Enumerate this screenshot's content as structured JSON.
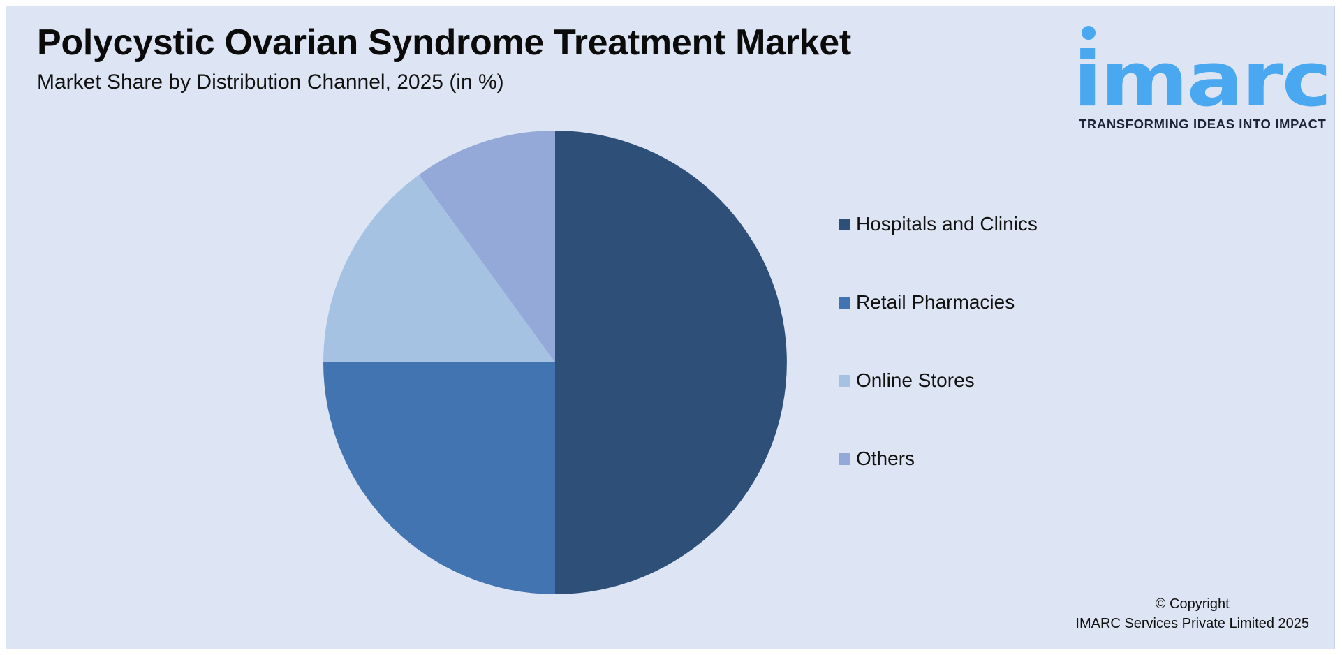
{
  "header": {
    "title": "Polycystic Ovarian Syndrome Treatment Market",
    "subtitle": "Market Share by Distribution Channel, 2025 (in %)"
  },
  "logo": {
    "wordmark": "imarc",
    "tagline": "TRANSFORMING IDEAS INTO IMPACT",
    "color": "#4aa8f0"
  },
  "footer": {
    "copyright_line1": "© Copyright",
    "copyright_line2": "IMARC Services Private Limited 2025"
  },
  "chart_data": {
    "type": "pie",
    "title": "Polycystic Ovarian Syndrome Treatment Market",
    "subtitle": "Market Share by Distribution Channel, 2025 (in %)",
    "start_angle_deg": 0,
    "direction": "clockwise",
    "legend_position": "right",
    "slices": [
      {
        "label": "Hospitals and Clinics",
        "value": 50,
        "color": "#2d4f78"
      },
      {
        "label": "Retail Pharmacies",
        "value": 25,
        "color": "#4174b0"
      },
      {
        "label": "Online Stores",
        "value": 15,
        "color": "#a6c2e3"
      },
      {
        "label": "Others",
        "value": 10,
        "color": "#94a9d8"
      }
    ]
  }
}
